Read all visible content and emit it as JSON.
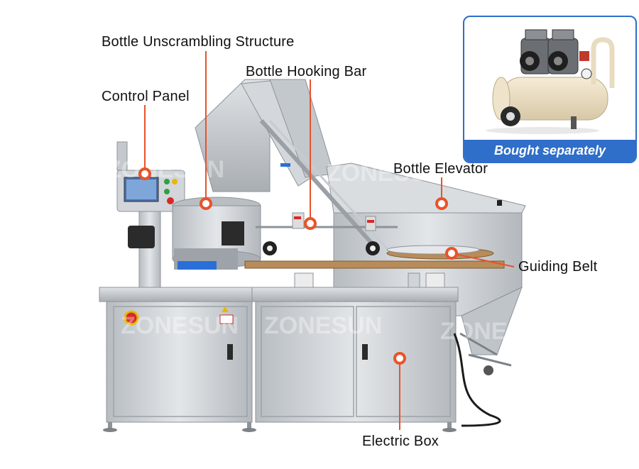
{
  "labels": {
    "bottle_unscrambling_structure": "Bottle Unscrambling Structure",
    "bottle_hooking_bar": "Bottle Hooking Bar",
    "control_panel": "Control Panel",
    "bottle_elevator": "Bottle Elevator",
    "guiding_belt": "Guiding Belt",
    "electric_box": "Electric Box"
  },
  "inset": {
    "caption": "Bought separately"
  },
  "watermark": "ZONESUN",
  "colors": {
    "callout": "#e8532b",
    "inset_border": "#2f6ec9",
    "steel": "#c9cdd1"
  }
}
